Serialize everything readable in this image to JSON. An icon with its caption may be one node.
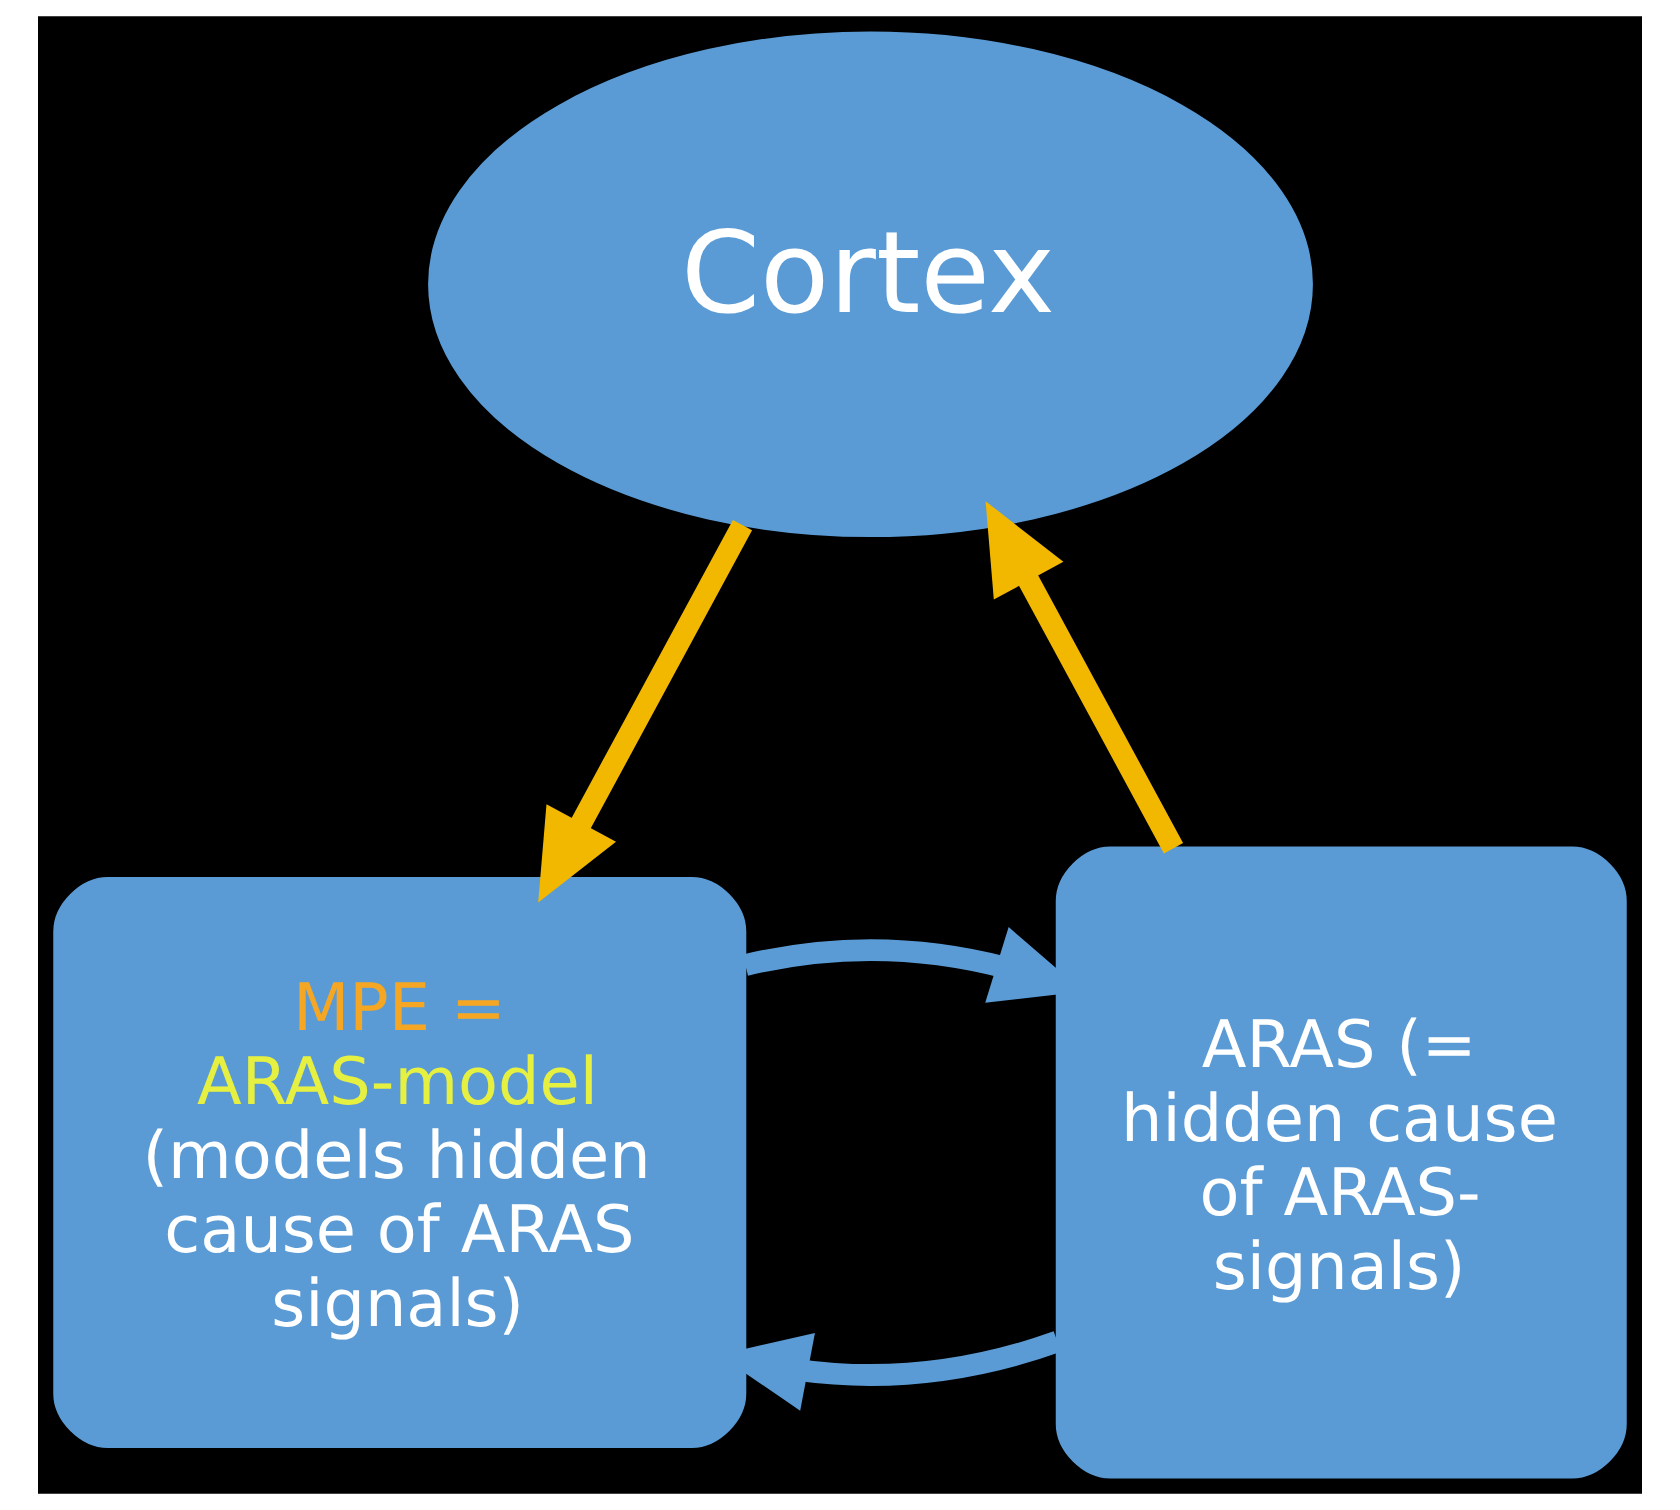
{
  "diagram": {
    "nodes": [
      {
        "text": [
          "Cortex"
        ]
      },
      {
        "text": [
          "MPE =",
          "ARAS-model",
          "(models hidden cause of ARAS signals)"
        ]
      },
      {
        "text": [
          "ARAS (= hidden cause of ARAS-signals)"
        ]
      }
    ],
    "edges": [
      {
        "from": 0,
        "to": 1,
        "arrow": "to",
        "color": "#f2b800"
      },
      {
        "from": 2,
        "to": 1,
        "arrow": "to",
        "color": "#5b9bd5"
      },
      {
        "from": 1,
        "to": 2,
        "arrow": "to",
        "color": "#5b9bd5"
      },
      {
        "from": 2,
        "to": 0,
        "arrow": "to",
        "color": "#f2b800"
      }
    ]
  }
}
